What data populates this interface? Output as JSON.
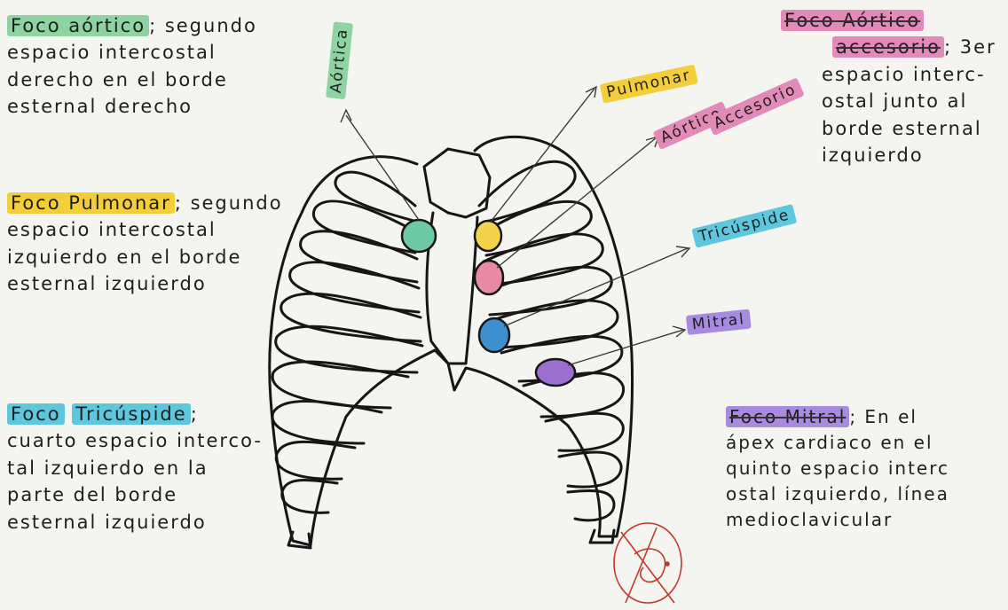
{
  "notes": {
    "aortico": {
      "title": "Foco aórtico",
      "rest": "; segundo",
      "lines": [
        "espacio intercostal",
        "derecho en el borde",
        "esternal derecho"
      ]
    },
    "pulmonar": {
      "title": "Foco Pulmonar",
      "rest": "; segundo",
      "lines": [
        "espacio intercostal",
        "izquierdo en el borde",
        "esternal izquierdo"
      ]
    },
    "tricuspide": {
      "title_a": "Foco",
      "title_b": "Tricúspide",
      "rest": ";",
      "lines": [
        "cuarto espacio interco-",
        "tal izquierdo en la",
        "parte del borde",
        "esternal izquierdo"
      ]
    },
    "aortico_accesorio": {
      "title_a": "Foco Aórtico",
      "title_b": "accesorio",
      "rest": "; 3er",
      "lines": [
        "espacio interc-",
        "ostal junto al",
        "borde esternal",
        "izquierdo"
      ]
    },
    "mitral": {
      "title": "Foco Mitral",
      "rest": "; En el",
      "lines": [
        "ápex cardiaco en el",
        "quinto espacio interc",
        "ostal izquierdo, línea",
        "medioclavicular"
      ]
    }
  },
  "labels": {
    "aortica": "Aórtica",
    "pulmonar": "Pulmonar",
    "aortico_acc_a": "Aórtico",
    "aortico_acc_b": "Accesorio",
    "tricuspide": "Tricúspide",
    "mitral": "Mitral"
  },
  "colors": {
    "green": "#8fd3a0",
    "yellow": "#f2cf3a",
    "pink": "#e48ab8",
    "cyan": "#5ec7dd",
    "purple": "#a88be0",
    "dot_green": "#6cc9a4",
    "dot_yellow": "#f3d34a",
    "dot_pink": "#e98aa4",
    "dot_blue": "#3d8fcf",
    "dot_purple": "#9b6fd0",
    "stamp": "#c0392b"
  }
}
